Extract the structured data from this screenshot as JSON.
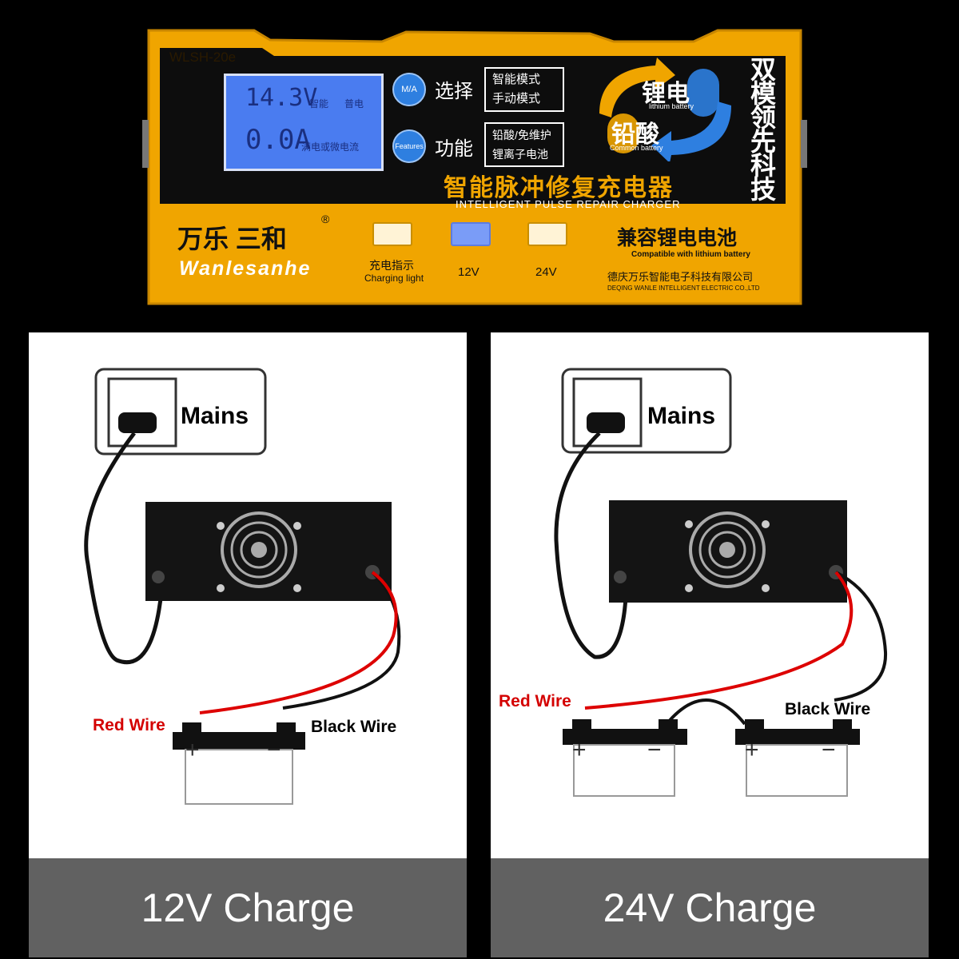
{
  "charger": {
    "model": "WLSH-20e",
    "lcd": {
      "voltage": "14.3V",
      "current": "0.0A",
      "tag1": "智能",
      "tag2": "普电",
      "bottom": "满电或微电流"
    },
    "mode_button": "M/A",
    "mode_label": "选择",
    "mode_options": [
      "智能模式",
      "手动模式"
    ],
    "features_button": "Features",
    "function_label": "功能",
    "function_options": [
      "铅酸/免维护",
      "锂离子电池"
    ],
    "battery_lithium_cn": "锂电",
    "battery_lithium_en": "lithium battery",
    "battery_lead_cn": "铅酸",
    "battery_lead_en": "Common battery",
    "side_slogan": "双模领先科技",
    "title_cn": "智能脉冲修复充电器",
    "title_en": "INTELLIGENT PULSE REPAIR CHARGER",
    "brand_cn": "万乐 三和",
    "brand_reg": "®",
    "brand_en": "Wanlesanhe",
    "indicator_label_cn": "充电指示",
    "indicator_label_en": "Charging light",
    "led_12v": "12V",
    "led_24v": "24V",
    "compat_cn": "兼容锂电电池",
    "compat_en": "Compatible with lithium battery",
    "company_cn": "德庆万乐智能电子科技有限公司",
    "company_en": "DEQING WANLE INTELLIGENT ELECTRIC CO.,LTD",
    "colors": {
      "body": "#f0a500",
      "panel": "#0d0d0d",
      "lcd": "#4a7cf0",
      "accent_blue": "#2e7fe0"
    }
  },
  "panel_12v": {
    "mains": "Mains",
    "red_wire": "Red Wire",
    "black_wire": "Black Wire",
    "caption": "12V Charge"
  },
  "panel_24v": {
    "mains": "Mains",
    "red_wire": "Red Wire",
    "black_wire": "Black Wire",
    "caption": "24V Charge"
  },
  "battery_terminals": {
    "plus": "+",
    "minus": "−"
  }
}
